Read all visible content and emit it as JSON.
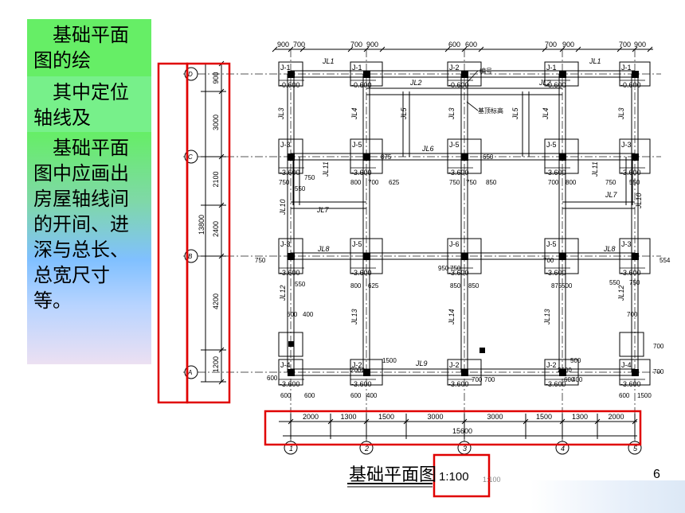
{
  "notes": [
    {
      "text": "基础平面图的绘"
    },
    {
      "text": "其中定位轴线及"
    },
    {
      "text": "基础平面图中应画出房屋轴线间的开间、进深与总长、总宽尺寸等。"
    }
  ],
  "plan": {
    "title": "基础平面图",
    "scale": "1:100",
    "scale_faint": "1:100",
    "page_number": "6",
    "top_dims": [
      "900",
      "700",
      "700",
      "900",
      "600",
      "600",
      "700",
      "900",
      "700",
      "900"
    ],
    "bottom_dims": [
      "2000",
      "1300",
      "1500",
      "3000",
      "3000",
      "1500",
      "1300",
      "2000"
    ],
    "total_width": "15600",
    "left_dims": [
      "900",
      "3000",
      "2100",
      "2400",
      "4200",
      "1200"
    ],
    "total_depth": "13800",
    "col_axes": [
      "1",
      "2",
      "3",
      "4",
      "5"
    ],
    "row_axes": [
      "D",
      "C",
      "B",
      "A"
    ],
    "annotations": {
      "bianhao": "编号",
      "jichu_biaogao": "基顶标高"
    },
    "footings": [
      {
        "id": "J-1",
        "level": "-0.600"
      },
      {
        "id": "J-1",
        "level": "-0.600"
      },
      {
        "id": "J-2",
        "level": "-0.600"
      },
      {
        "id": "J-1",
        "level": "-0.600"
      },
      {
        "id": "J-1",
        "level": "-0.600"
      },
      {
        "id": "J-3",
        "level": "-3.600"
      },
      {
        "id": "J-5",
        "level": "-3.600"
      },
      {
        "id": "J-5",
        "level": "-3.600"
      },
      {
        "id": "J-5",
        "level": "-3.600"
      },
      {
        "id": "J-3",
        "level": "-3.600"
      },
      {
        "id": "J-3",
        "level": "-3.600"
      },
      {
        "id": "J-5",
        "level": "-3.600"
      },
      {
        "id": "J-6",
        "level": "-3.600"
      },
      {
        "id": "J-5",
        "level": "-3.600"
      },
      {
        "id": "J-3",
        "level": "-3.600"
      },
      {
        "id": "J-4",
        "level": "-3.600"
      },
      {
        "id": "J-2",
        "level": "-3.600"
      },
      {
        "id": "J-2",
        "level": "-3.600"
      },
      {
        "id": "J-2",
        "level": "-3.600"
      },
      {
        "id": "J-4",
        "level": "-3.600"
      }
    ],
    "beams": [
      "JL1",
      "JL1",
      "JL2",
      "JL2",
      "JL3",
      "JL4",
      "JL5",
      "JL3",
      "JL5",
      "JL4",
      "JL3",
      "JL6",
      "JL11",
      "JL7",
      "JL10",
      "JL7",
      "JL11",
      "JL10",
      "JL8",
      "JL8",
      "JL12",
      "JL13",
      "JL14",
      "JL13",
      "JL12",
      "JL9"
    ],
    "small_dims": [
      "550",
      "750",
      "750",
      "550",
      "800",
      "700",
      "875",
      "625",
      "750",
      "750",
      "650",
      "850",
      "700",
      "800",
      "750",
      "550",
      "550",
      "750",
      "950",
      "750",
      "850",
      "850",
      "700",
      "800",
      "625",
      "875",
      "500",
      "700",
      "600",
      "400",
      "600",
      "600",
      "600",
      "600",
      "400",
      "600",
      "1500",
      "1500",
      "500",
      "2000",
      "2000",
      "700",
      "700",
      "700",
      "700",
      "400",
      "600",
      "750",
      "554"
    ]
  }
}
